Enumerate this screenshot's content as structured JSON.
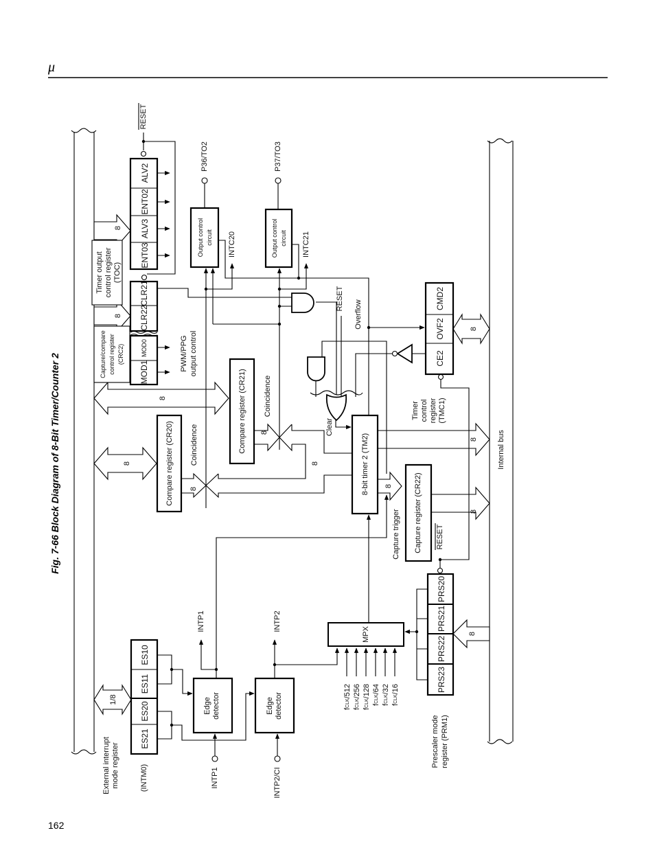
{
  "header": {
    "symbol": "μ",
    "page_number": "162"
  },
  "figure_title": "Fig. 7-66  Block Diagram of 8-Bit Timer/Counter 2",
  "registers": {
    "toc": {
      "label_lines": [
        "Timer output",
        "control register",
        "(TOC)"
      ],
      "bits": [
        "ALV2",
        "ENT02",
        "ALV3",
        "ENT03"
      ],
      "width": "8"
    },
    "crc2": {
      "label_lines": [
        "Capture/compare",
        "control register",
        "(CRC2)"
      ],
      "bits": [
        "CLR21",
        "CLR22",
        "MOD0",
        "MOD1"
      ],
      "width": "8"
    },
    "intm0": {
      "label_lines": [
        "External interrupt",
        "mode register"
      ],
      "name": "(INTM0)",
      "bits": [
        "ES10",
        "ES11",
        "ES20",
        "ES21"
      ],
      "width": "1/8"
    },
    "tmc1": {
      "label_lines": [
        "Timer",
        "control",
        "register",
        "(TMC1)"
      ],
      "bits": [
        "CMD2",
        "OVF2",
        "CE2"
      ],
      "width": "8"
    },
    "prm1": {
      "label_lines": [
        "Prescaler mode",
        "register (PRM1)"
      ],
      "bits": [
        "PRS20",
        "PRS21",
        "PRS22",
        "PRS23"
      ],
      "width": "8"
    }
  },
  "blocks": {
    "cr20": "Compare register (CR20)",
    "cr21": "Compare register (CR21)",
    "cr22": "Capture register (CR22)",
    "tm2": "8-bit timer 2 (TM2)",
    "mpx": "MPX",
    "output_control_1": [
      "Output control",
      "circuit"
    ],
    "output_control_2": [
      "Output control",
      "circuit"
    ],
    "edge_detector_1": [
      "Edge",
      "detector"
    ],
    "edge_detector_2": [
      "Edge",
      "detector"
    ]
  },
  "signals": {
    "reset_top": "RESET",
    "p36": "P36/TO2",
    "p37": "P37/TO3",
    "intc20": "INTC20",
    "intc21": "INTC21",
    "pwm": [
      "PWM/PPG",
      "output control"
    ],
    "coincidence_cr20": "Coincidence",
    "coincidence_cr21": "Coincidence",
    "reset_gate": "RESET",
    "overflow": "Overflow",
    "clear": "Clear",
    "capture_trigger": "Capture trigger",
    "reset_cr22": "RESET",
    "intp1_out": "INTP1",
    "intp2_out": "INTP2",
    "intp1_in": "INTP1",
    "intp2_in": "INTP2/CI",
    "internal_bus": "Internal bus"
  },
  "bus_widths": {
    "cr21_bus": "8",
    "cr20_bus": "8",
    "cr20_coin": "8",
    "cr21_coin": "8",
    "tm2_compare": "8",
    "tm2_cr22": "8",
    "tm2_internal": "8",
    "cr22_internal": "8"
  },
  "clocks": [
    {
      "base": "f",
      "sub": "CLK",
      "div": "/512"
    },
    {
      "base": "f",
      "sub": "CLK",
      "div": "/256"
    },
    {
      "base": "f",
      "sub": "CLK",
      "div": "/128"
    },
    {
      "base": "f",
      "sub": "CLK",
      "div": "/64"
    },
    {
      "base": "f",
      "sub": "CLK",
      "div": "/32"
    },
    {
      "base": "f",
      "sub": "CLK",
      "div": "/16"
    }
  ]
}
